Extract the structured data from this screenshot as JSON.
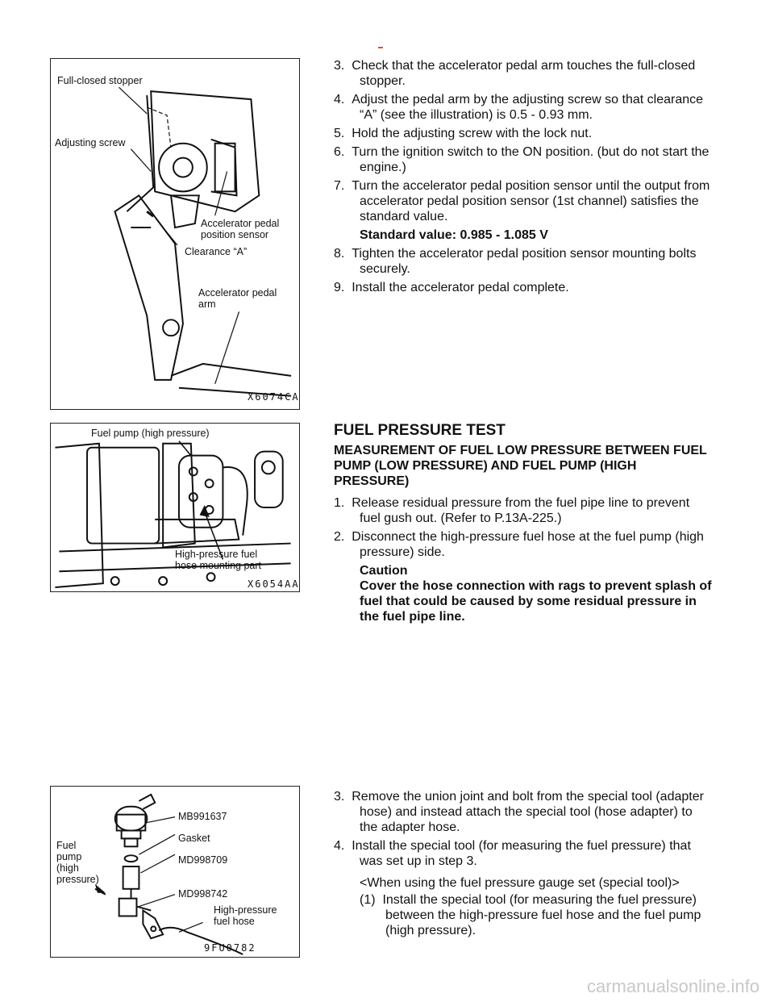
{
  "figures": {
    "fig1": {
      "code": "X6074CA",
      "labels": {
        "full_closed_stopper": "Full-closed stopper",
        "adjusting_screw": "Adjusting screw",
        "app_sensor_1": "Accelerator pedal",
        "app_sensor_2": "position sensor",
        "clearance": "Clearance “A”",
        "pedal_arm_1": "Accelerator pedal",
        "pedal_arm_2": "arm"
      }
    },
    "fig2": {
      "code": "X6054AA",
      "labels": {
        "fuel_pump": "Fuel pump (high pressure)",
        "hose_mount_1": "High-pressure fuel",
        "hose_mount_2": "hose mounting part"
      }
    },
    "fig3": {
      "code": "9FU0782",
      "labels": {
        "mb991637": "MB991637",
        "gasket": "Gasket",
        "md998709": "MD998709",
        "md998742": "MD998742",
        "fuel_pump_1": "Fuel",
        "fuel_pump_2": "pump",
        "fuel_pump_3": "(high",
        "fuel_pump_4": "pressure)",
        "hp_hose_1": "High-pressure",
        "hp_hose_2": "fuel hose"
      }
    }
  },
  "section1": {
    "steps": [
      {
        "num": "3.",
        "text": "Check that the accelerator pedal arm touches the full-closed stopper."
      },
      {
        "num": "4.",
        "text": "Adjust the pedal arm by the adjusting screw so that clearance “A” (see the illustration) is 0.5 - 0.93 mm."
      },
      {
        "num": "5.",
        "text": "Hold the adjusting screw with the lock nut."
      },
      {
        "num": "6.",
        "text": "Turn the ignition switch to the ON position. (but do not start the engine.)"
      },
      {
        "num": "7.",
        "text": "Turn the accelerator pedal position sensor until the output from accelerator pedal position sensor (1st channel) satisfies the standard value."
      }
    ],
    "standard_value": "Standard value: 0.985 - 1.085 V",
    "steps2": [
      {
        "num": "8.",
        "text": "Tighten the accelerator pedal position sensor mounting bolts securely."
      },
      {
        "num": "9.",
        "text": "Install the accelerator pedal complete."
      }
    ]
  },
  "section2": {
    "heading": "FUEL PRESSURE TEST",
    "subheading": "MEASUREMENT OF FUEL LOW PRESSURE BETWEEN FUEL PUMP (LOW PRESSURE) AND FUEL PUMP (HIGH PRESSURE)",
    "steps": [
      {
        "num": "1.",
        "text": "Release residual pressure from the fuel pipe line to prevent fuel gush out. (Refer to P.13A-225.)"
      },
      {
        "num": "2.",
        "text": "Disconnect the high-pressure fuel hose at the fuel pump (high pressure) side."
      }
    ],
    "caution_title": "Caution",
    "caution_text": "Cover the hose connection with rags to prevent splash of fuel that could be caused by some residual pressure in the fuel pipe line."
  },
  "section3": {
    "steps": [
      {
        "num": "3.",
        "text": "Remove the union joint and bolt from the special tool (adapter hose) and instead attach the special tool (hose adapter) to the adapter hose."
      },
      {
        "num": "4.",
        "text": "Install the special tool (for measuring the fuel pressure) that was set up in step 3."
      }
    ],
    "gauge_note": "<When using the fuel pressure gauge set (special tool)>",
    "sub_steps": [
      {
        "num": "(1)",
        "text": "Install the special tool (for measuring the fuel pressure) between the high-pressure fuel hose and the fuel pump (high pressure)."
      }
    ]
  },
  "watermark": "carmanualsonline.info"
}
